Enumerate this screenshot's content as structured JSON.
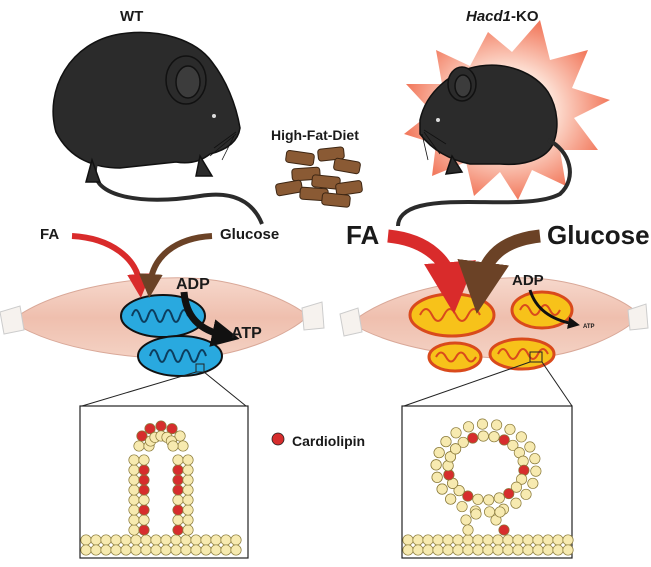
{
  "left_panel": {
    "title": "WT",
    "fa_label": "FA",
    "glucose_label": "Glucose",
    "adp_label": "ADP",
    "atp_label": "ATP"
  },
  "right_panel": {
    "title_gene": "Hacd1",
    "title_suffix": "-KO",
    "fa_label": "FA",
    "glucose_label": "Glucose",
    "adp_label": "ADP",
    "atp_label": "ATP"
  },
  "diet_label": "High-Fat-Diet",
  "legend": {
    "cardiolipin_label": "Cardiolipin",
    "cardiolipin_color": "#d62d2d"
  },
  "colors": {
    "mouse": "#2b2b2b",
    "fa_arrow": "#d92b2b",
    "glucose_arrow": "#6b4226",
    "muscle": "#f2c7b8",
    "wt_mito": "#29a9df",
    "ko_mito": "#f7c21a",
    "lipid": "#f7eab0",
    "burst": "#f27a5e"
  }
}
